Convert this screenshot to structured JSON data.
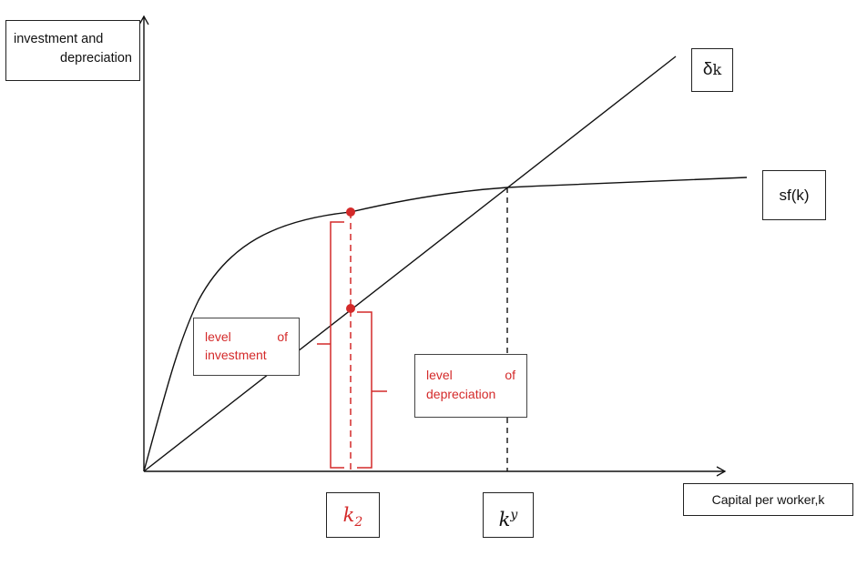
{
  "y_axis_label_line1": "investment and",
  "y_axis_label_line2": "depreciation",
  "x_axis_label": "Capital per worker,k",
  "depreciation_line_label_symbol": "δ",
  "depreciation_line_label_var": "k",
  "investment_curve_label": "sf(k)",
  "investment_annotation_word1": "level",
  "investment_annotation_word2": "of",
  "investment_annotation_word3": "investment",
  "depreciation_annotation_word1": "level",
  "depreciation_annotation_word2": "of",
  "depreciation_annotation_word3": "depreciation",
  "k2_base": "k",
  "k2_sub": "2",
  "ky_base": "k",
  "ky_sup": "y",
  "colors": {
    "axes": "#111111",
    "annotation": "#d42a2a"
  }
}
